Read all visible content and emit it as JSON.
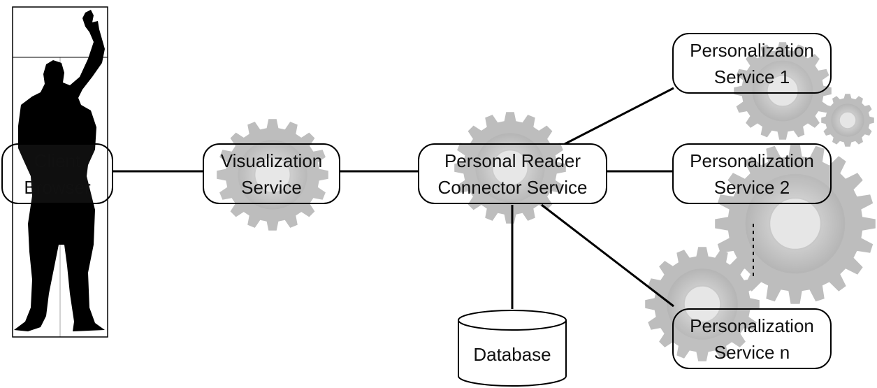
{
  "nodes": {
    "client_browser": {
      "line1": "Client",
      "line2": "Browser"
    },
    "visualization_service": {
      "line1": "Visualization",
      "line2": "Service"
    },
    "connector_service": {
      "line1": "Personal Reader",
      "line2": "Connector Service"
    },
    "personalization_1": {
      "line1": "Personalization",
      "line2": "Service 1"
    },
    "personalization_2": {
      "line1": "Personalization",
      "line2": "Service 2"
    },
    "personalization_n": {
      "line1": "Personalization",
      "line2": "Service n"
    },
    "database": {
      "label": "Database"
    }
  },
  "colors": {
    "line": "#000000",
    "gear": "#bdbdbd",
    "gear_center": "#e6e6e6",
    "figure": "#000000"
  },
  "icons": {
    "figure": "modulor-figure-icon",
    "gear": "gear-icon",
    "database": "database-cylinder-icon"
  }
}
